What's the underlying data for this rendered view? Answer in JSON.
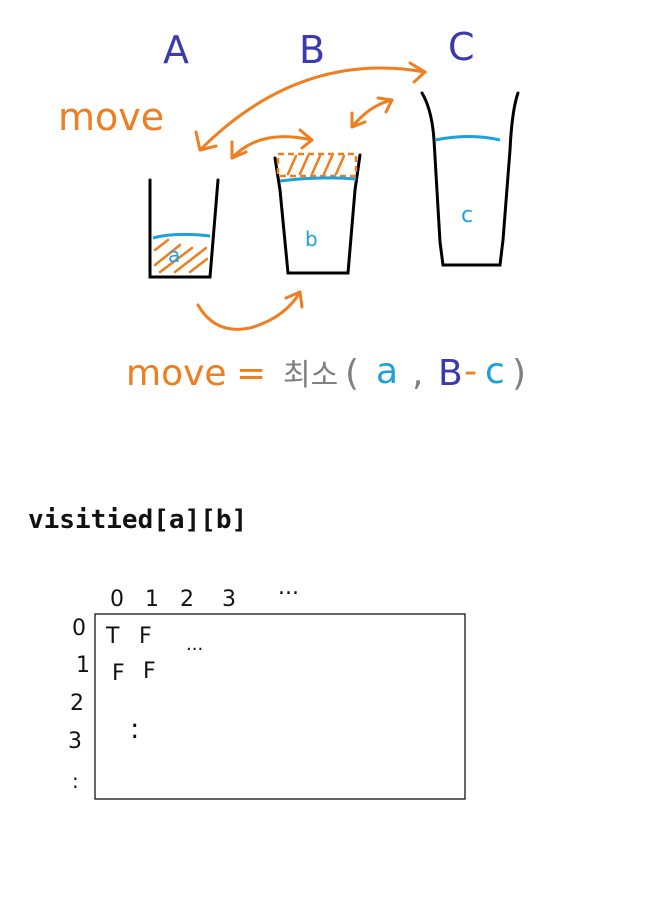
{
  "diagram": {
    "cup_labels": [
      "A",
      "B",
      "C"
    ],
    "water_labels": [
      "a",
      "b",
      "c"
    ],
    "move_label": "move",
    "formula": {
      "lhs": "move",
      "eq": "=",
      "func": "최소",
      "open": "(",
      "arg1": "a",
      "comma": ",",
      "arg2_cap": "B",
      "minus": "-",
      "arg2_water": "c",
      "close": ")"
    },
    "colors": {
      "cup_label": "#3a3aae",
      "water": "#1ea0d8",
      "move": "#f07d1e",
      "formula_func": "#808080",
      "ink": "#000000"
    }
  },
  "table": {
    "title": "visitied[a][b]",
    "col_headers": [
      "0",
      "1",
      "2",
      "3",
      "..."
    ],
    "row_headers": [
      "0",
      "1",
      "2",
      "3",
      ":"
    ],
    "rows": [
      [
        "T",
        "F",
        "..."
      ],
      [
        "F",
        "F"
      ]
    ],
    "continuation": ":"
  }
}
